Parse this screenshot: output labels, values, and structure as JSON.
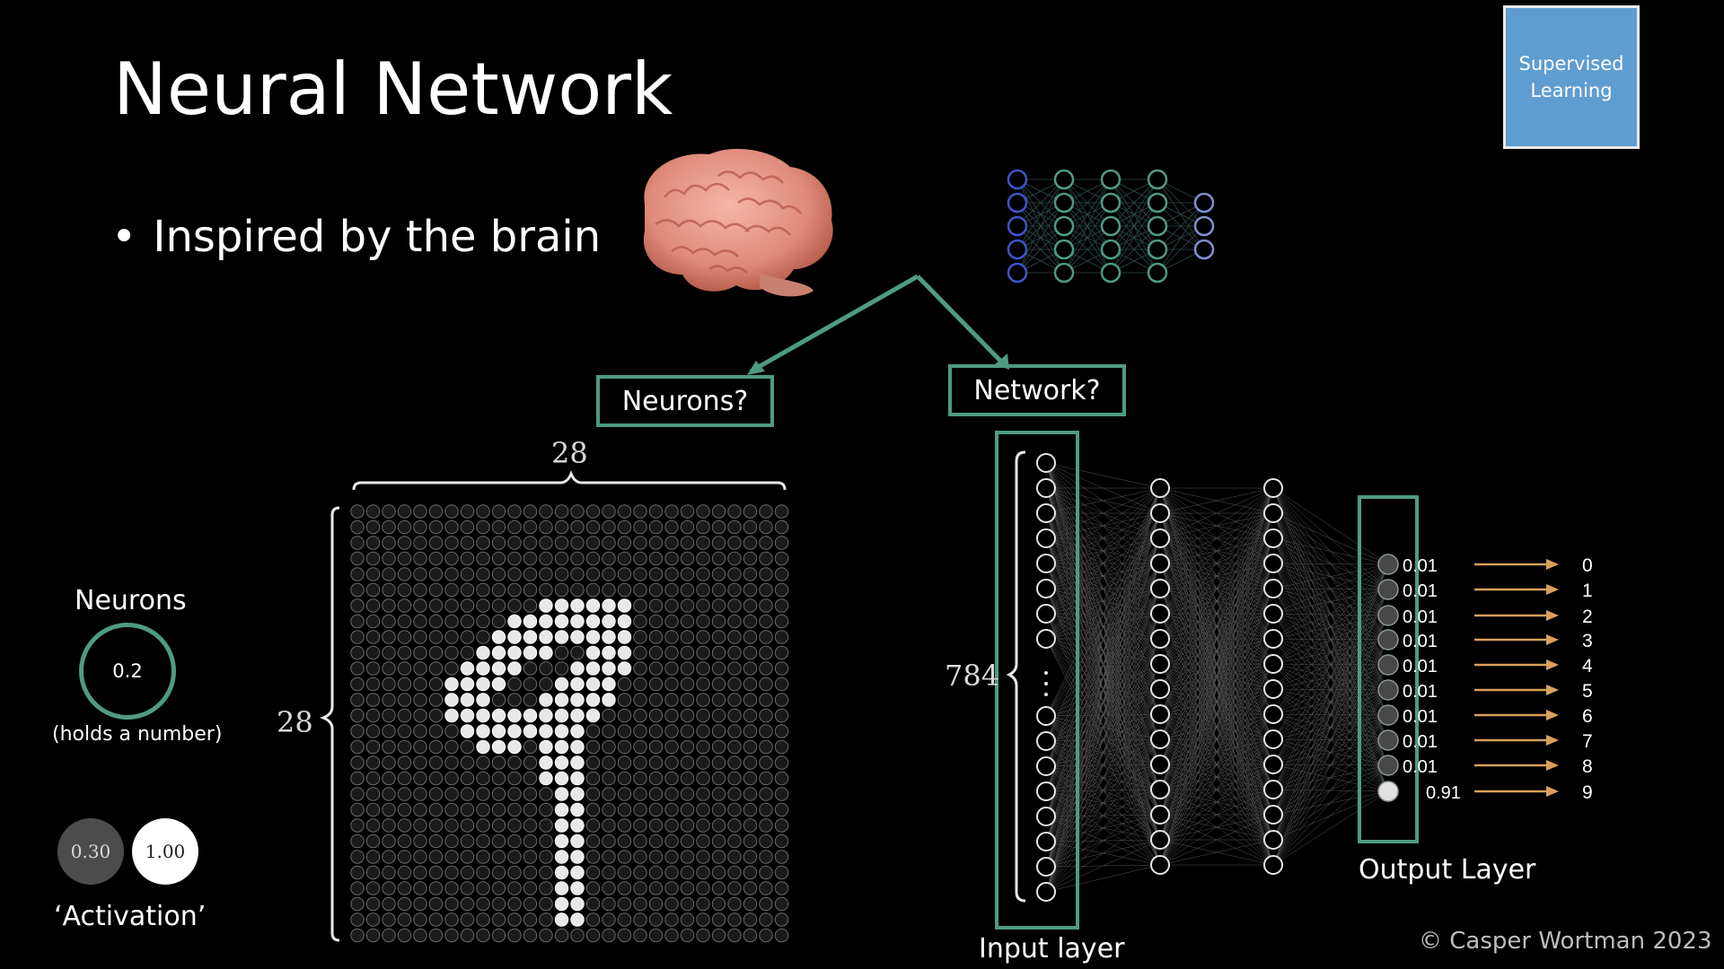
{
  "title": "Neural Network",
  "bullet": {
    "symbol": "•",
    "text": "Inspired by the brain"
  },
  "badge": "Supervised Learning",
  "callouts": {
    "neurons": "Neurons?",
    "network": "Network?"
  },
  "neuron_demo": {
    "heading": "Neurons",
    "value": "0.2",
    "note": "(holds a number)",
    "activation_low": "0.30",
    "activation_high": "1.00",
    "activation_label": "‘Activation’"
  },
  "grid": {
    "top_label": "28",
    "left_label": "28"
  },
  "network": {
    "input_count_label": "784",
    "input_layer_label": "Input layer",
    "output_layer_label": "Output Layer",
    "outputs": [
      {
        "value": "0.01",
        "digit": "0"
      },
      {
        "value": "0.01",
        "digit": "1"
      },
      {
        "value": "0.01",
        "digit": "2"
      },
      {
        "value": "0.01",
        "digit": "3"
      },
      {
        "value": "0.01",
        "digit": "4"
      },
      {
        "value": "0.01",
        "digit": "5"
      },
      {
        "value": "0.01",
        "digit": "6"
      },
      {
        "value": "0.01",
        "digit": "7"
      },
      {
        "value": "0.01",
        "digit": "8"
      },
      {
        "value": "0.91",
        "digit": "9"
      }
    ]
  },
  "copyright": "© Casper Wortman 2023",
  "colors": {
    "teal": "#4f9b82",
    "badge": "#5f9dd0",
    "arrow": "#d9a05b"
  },
  "icons": {
    "brain": "brain-illustration",
    "mini_network": "mini-network-diagram"
  }
}
